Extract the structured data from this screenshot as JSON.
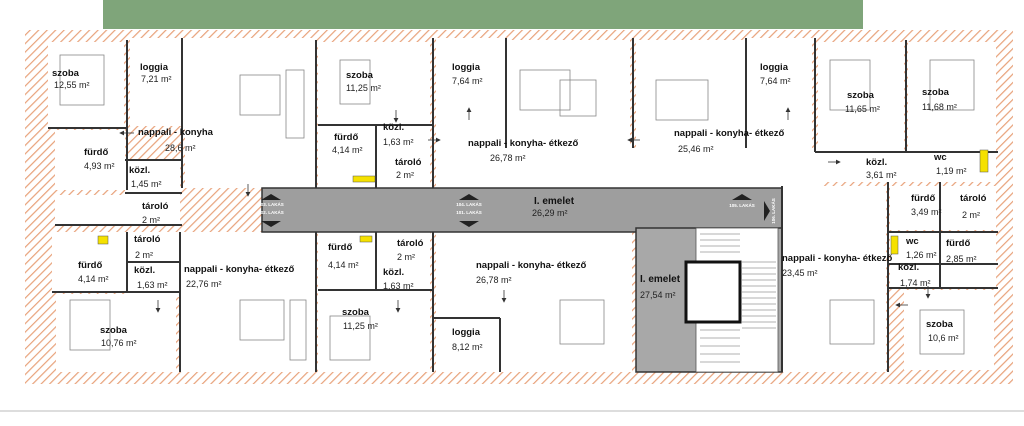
{
  "rooms": {
    "r01": {
      "name": "szoba",
      "area": "12,55 m²"
    },
    "r02": {
      "name": "loggia",
      "area": "7,21 m²"
    },
    "r03": {
      "name": "szoba",
      "area": "11,25 m²"
    },
    "r04": {
      "name": "loggia",
      "area": "7,64 m²"
    },
    "r05": {
      "name": "loggia",
      "area": "7,64 m²"
    },
    "r06": {
      "name": "szoba",
      "area": "11,65 m²"
    },
    "r07": {
      "name": "szoba",
      "area": "11,68 m²"
    },
    "r08": {
      "name": "nappali - konyha",
      "area": "28,6 m²"
    },
    "r09": {
      "name": "fürdő",
      "area": "4,14 m²"
    },
    "r10": {
      "name": "közl.",
      "area": "1,63 m²"
    },
    "r11": {
      "name": "tároló",
      "area": "2 m²"
    },
    "r12": {
      "name": "nappali - konyha- étkező",
      "area": "26,78 m²"
    },
    "r13": {
      "name": "nappali - konyha- étkező",
      "area": "25,46 m²"
    },
    "r14": {
      "name": "közl.",
      "area": "3,61 m²"
    },
    "r15": {
      "name": "wc",
      "area": "1,19 m²"
    },
    "r16": {
      "name": "fürdő",
      "area": "4,93 m²"
    },
    "r17": {
      "name": "közl.",
      "area": "1,45 m²"
    },
    "r18": {
      "name": "tároló",
      "area": "2 m²"
    },
    "r19": {
      "name": "fürdő",
      "area": "3,49 m²"
    },
    "r20": {
      "name": "tároló",
      "area": "2 m²"
    },
    "r21": {
      "name": "tároló",
      "area": "2 m²"
    },
    "r22": {
      "name": "fürdő",
      "area": "4,14 m²"
    },
    "r23": {
      "name": "közl.",
      "area": "1,63 m²"
    },
    "r24": {
      "name": "nappali - konyha- étkező",
      "area": "22,76 m²"
    },
    "r25": {
      "name": "fürdő",
      "area": "4,14 m²"
    },
    "r26": {
      "name": "tároló",
      "area": "2 m²"
    },
    "r27": {
      "name": "közl.",
      "area": "1,63 m²"
    },
    "r28": {
      "name": "nappali - konyha- étkező",
      "area": "26,78 m²"
    },
    "r29": {
      "name": "I. emelet",
      "area": "27,54 m²"
    },
    "r30": {
      "name": "nappali - konyha- étkező",
      "area": "23,45 m²"
    },
    "r31": {
      "name": "wc",
      "area": "1,26 m²"
    },
    "r32": {
      "name": "fürdő",
      "area": "2,85 m²"
    },
    "r33": {
      "name": "közl.",
      "area": "1,74 m²"
    },
    "r34": {
      "name": "szoba",
      "area": "10,76 m²"
    },
    "r35": {
      "name": "szoba",
      "area": "11,25 m²"
    },
    "r36": {
      "name": "loggia",
      "area": "8,12 m²"
    },
    "r37": {
      "name": "szoba",
      "area": "10,6 m²"
    }
  },
  "corridor": {
    "name": "I. emelet",
    "area": "26,29 m²"
  },
  "unit_tags": {
    "t1a": "103. LAKÁS",
    "t1b": "102. LAKÁS",
    "t2a": "104. LAKÁS",
    "t2b": "101. LAKÁS",
    "t3a": "105. LAKÁS",
    "t3b": "106. LAKÁS"
  },
  "colors": {
    "wall_hatch": "#e8a27a",
    "corridor_fill": "#9e9e9e",
    "stair_fill": "#a8a8a8",
    "green_roof": "#7fa57a",
    "marker_yellow": "#f5e100"
  }
}
